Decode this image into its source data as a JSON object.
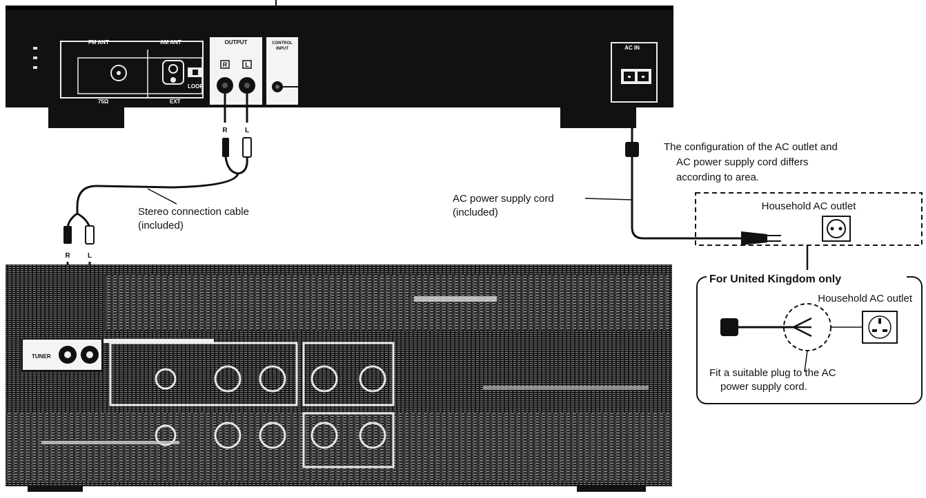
{
  "tuner": {
    "fm_ant_label": "FM ANT",
    "am_ant_label": "AM ANT",
    "fm_impedance": "75Ω",
    "am_ext": "EXT",
    "am_loop": "LOOP",
    "output_label": "OUTPUT",
    "control_label_line1": "CONTROL",
    "control_label_line2": "INPUT",
    "ac_in_label": "AC IN",
    "jack_r": "R",
    "jack_l": "L"
  },
  "cable": {
    "plug_r": "R",
    "plug_l": "L",
    "label_line1": "Stereo connection cable",
    "label_line2": "(included)"
  },
  "power": {
    "note_line1": "The configuration of the AC outlet and",
    "note_line2": "AC power supply  cord  differs",
    "note_line3": "according  to  area.",
    "cord_label_line1": "AC power supply cord",
    "cord_label_line2": "(included)",
    "outlet_label": "Household AC outlet"
  },
  "uk": {
    "title": "For United Kingdom only",
    "outlet_label": "Household AC outlet",
    "fit_line1": "Fit a suitable plug to the AC",
    "fit_line2": "power supply cord."
  },
  "amplifier": {
    "tuner_input_label": "TUNER"
  }
}
